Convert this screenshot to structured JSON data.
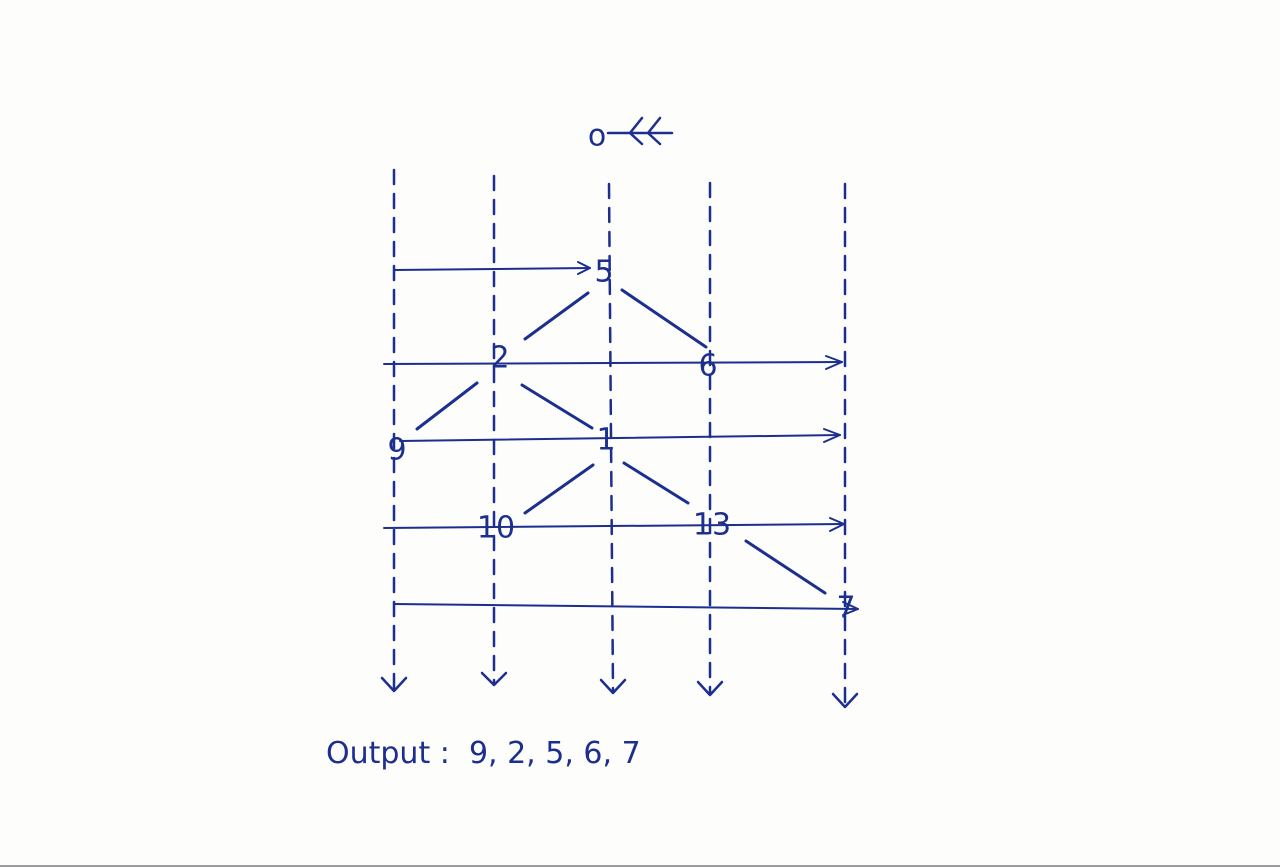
{
  "header_label": "o",
  "nodes": [
    {
      "id": "n5",
      "label": "5"
    },
    {
      "id": "n2",
      "label": "2"
    },
    {
      "id": "n6",
      "label": "6"
    },
    {
      "id": "n9",
      "label": "9"
    },
    {
      "id": "n1",
      "label": "1"
    },
    {
      "id": "n10",
      "label": "10"
    },
    {
      "id": "n13",
      "label": "13"
    },
    {
      "id": "n7",
      "label": "7"
    }
  ],
  "edges": [
    [
      "n5",
      "n2"
    ],
    [
      "n5",
      "n6"
    ],
    [
      "n2",
      "n9"
    ],
    [
      "n2",
      "n1"
    ],
    [
      "n1",
      "n10"
    ],
    [
      "n1",
      "n13"
    ],
    [
      "n13",
      "n7"
    ]
  ],
  "output": {
    "label": "Output :",
    "values": "9, 2, 5, 6, 7"
  },
  "colors": {
    "ink": "#1c2f8f",
    "paper": "#fdfdfc"
  }
}
